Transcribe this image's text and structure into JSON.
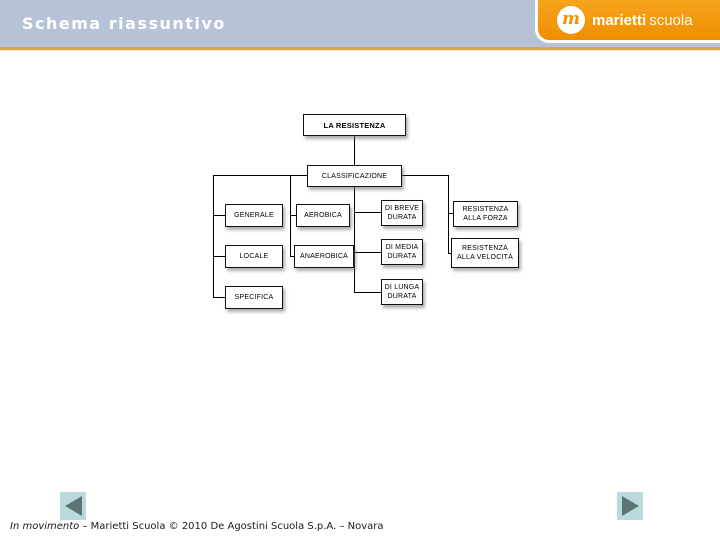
{
  "header": {
    "title": "Schema riassuntivo",
    "logo": {
      "glyph": "m",
      "brand_bold": "marietti",
      "brand_light": "scuola"
    }
  },
  "diagram": {
    "nodes": {
      "resistenza": "LA RESISTENZA",
      "classificazione": "CLASSIFICAZIONE",
      "generale": "GENERALE",
      "locale": "LOCALE",
      "specifica": "SPECIFICA",
      "aerobica": "AEROBICA",
      "anaerobica": "ANAEROBICA",
      "breve_durata": "DI BREVE DURATA",
      "media_durata": "DI MEDIA DURATA",
      "lunga_durata": "DI LUNGA DURATA",
      "forza": "RESISTENZA ALLA FORZA",
      "velocita": "RESISTENZA ALLA VELOCITÀ"
    }
  },
  "footer": {
    "credit_title": "In movimento",
    "credit_rest": " – Marietti Scuola © 2010 De Agostini Scuola S.p.A. – Novara"
  },
  "colors": {
    "header_band": "#b5c2d7",
    "header_rule": "#d9a84e",
    "logo_orange": "#f39200",
    "nav_square": "#badadd",
    "nav_arrow": "#5d7475",
    "node_border": "#111111"
  }
}
